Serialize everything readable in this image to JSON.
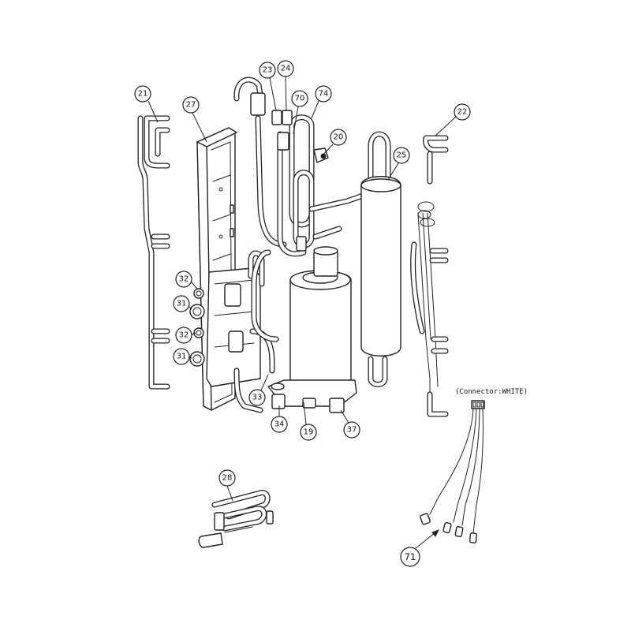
{
  "callouts": {
    "c21": "21",
    "c27": "27",
    "c23": "23",
    "c24": "24",
    "c70": "70",
    "c74": "74",
    "c20": "20",
    "c25": "25",
    "c22": "22",
    "c32a": "32",
    "c31a": "31",
    "c32b": "32",
    "c31b": "31",
    "c33": "33",
    "c34": "34",
    "c19": "19",
    "c37": "37",
    "c28": "28",
    "c71": "71"
  },
  "connector_note": "(Connector:WHITE)"
}
